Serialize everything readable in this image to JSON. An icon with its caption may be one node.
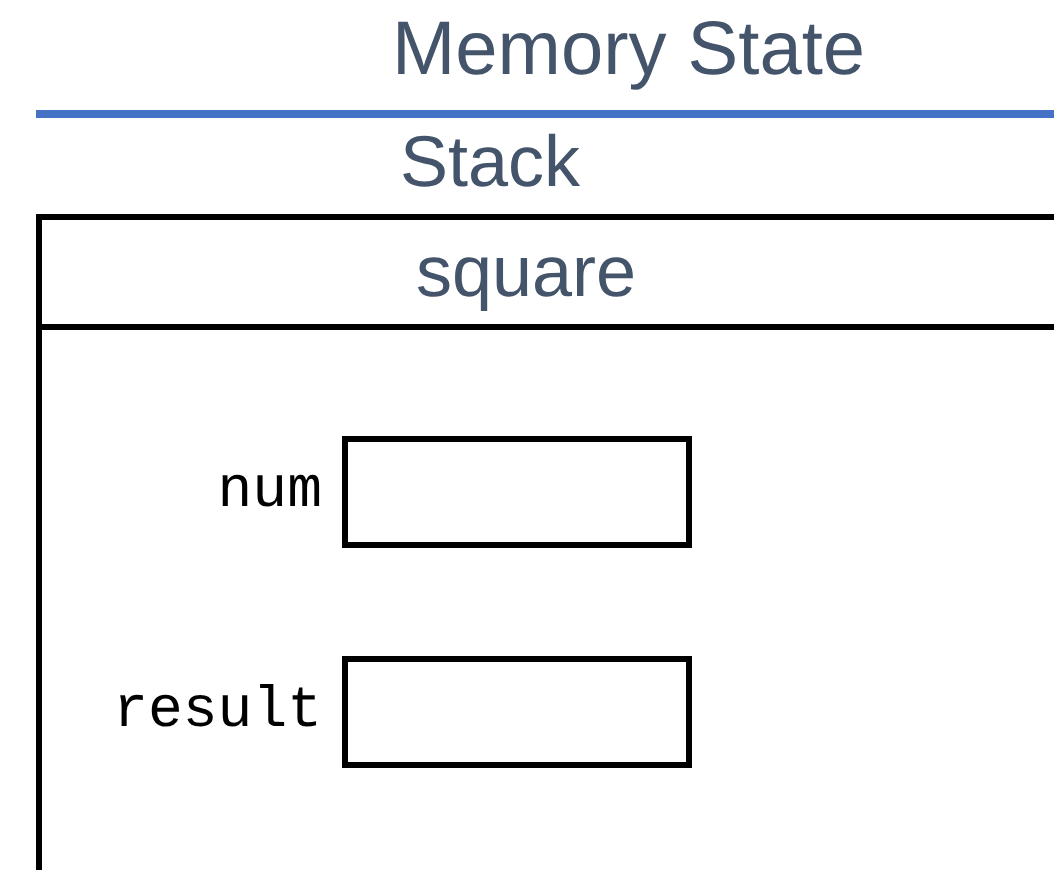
{
  "diagram": {
    "title": "Memory State",
    "nodes": [
      {
        "text": [
          "Stack",
          "square"
        ]
      },
      {
        "text": [],
        "shape": "box",
        "in": 0,
        "beside": [
          "num"
        ]
      },
      {
        "text": [],
        "shape": "box",
        "in": 0,
        "beside": [
          "result"
        ]
      }
    ]
  }
}
